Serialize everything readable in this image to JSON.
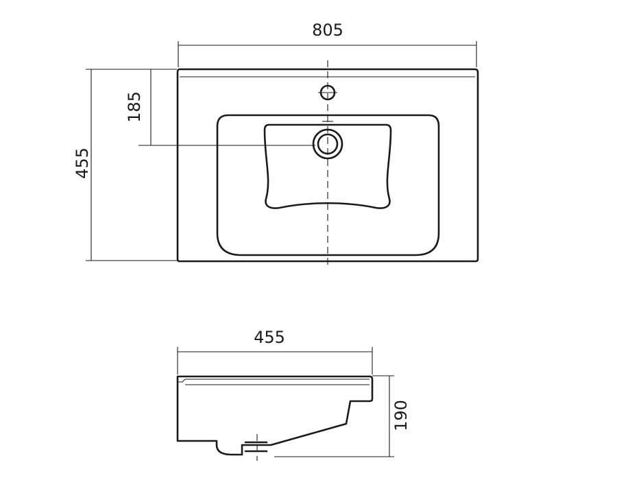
{
  "diagram": {
    "top_view": {
      "dimensions": {
        "width": "805",
        "depth": "455",
        "tap_to_drain": "185"
      }
    },
    "side_view": {
      "dimensions": {
        "depth": "455",
        "height": "190"
      }
    }
  }
}
